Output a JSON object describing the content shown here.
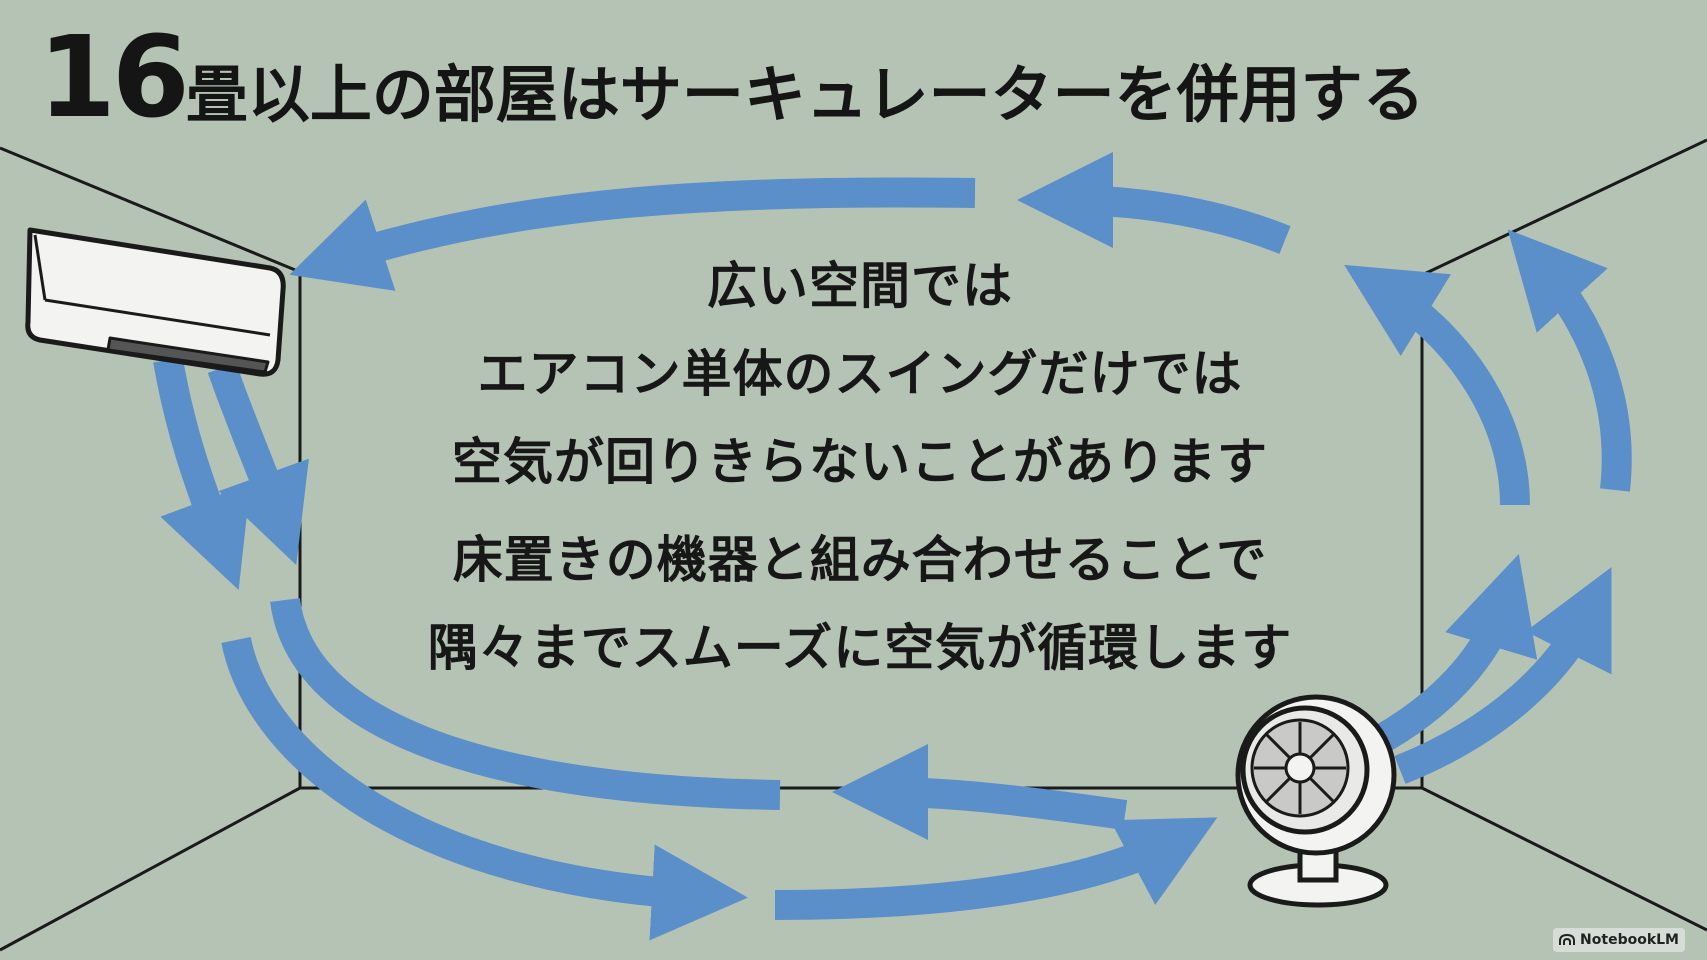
{
  "slide": {
    "title_number": "16",
    "title_text": "畳以上の部屋はサーキュレーターを併用する",
    "message_lines": [
      "広い空間では",
      "エアコン単体のスイングだけでは",
      "空気が回りきらないことがあります"
    ],
    "message_lines_2": [
      "床置きの機器と組み合わせることで",
      "隅々までスムーズに空気が循環します"
    ],
    "logo_text": "NotebookLM"
  },
  "colors": {
    "background": "#b5c3b5",
    "arrow": "#5b8fc9",
    "ink": "#151515"
  },
  "icons": [
    "air-conditioner-icon",
    "circulator-fan-icon",
    "notebooklm-logo-icon"
  ]
}
